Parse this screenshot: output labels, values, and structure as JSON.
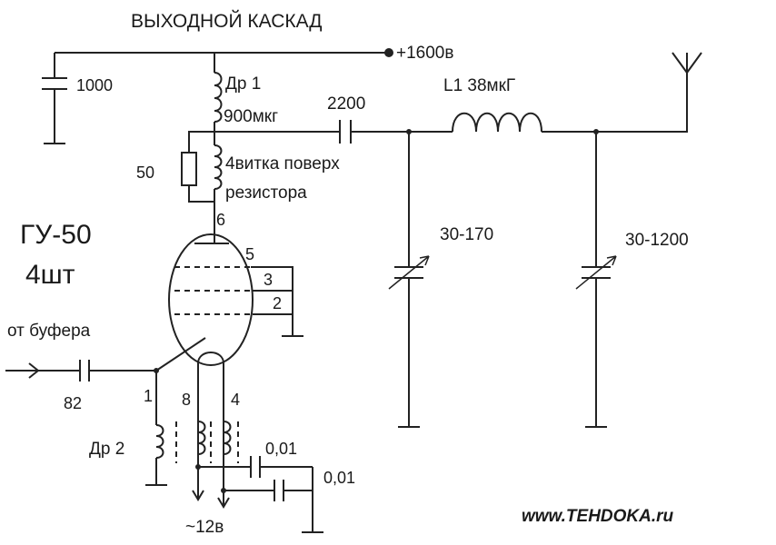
{
  "title": "ВЫХОДНОЙ КАСКАД",
  "supply": "+1600в",
  "c_supply": "1000",
  "choke1_name": "Др 1",
  "choke1_value": "900мкг",
  "coupling_cap": "2200",
  "resistor": "50",
  "parasitic_note_1": "4витка поверх",
  "parasitic_note_2": "резистора",
  "inductor": "L1 38мкГ",
  "tube_type": "ГУ-50",
  "tube_count": "4шт",
  "pin_anode": "6",
  "pin_g3": "5",
  "pin_g2": "3",
  "pin_g1b": "2",
  "pin_grid": "1",
  "pin_heater_a": "8",
  "pin_heater_b": "4",
  "input_label": "от буфера",
  "input_cap": "82",
  "choke2_name": "Др 2",
  "cap_var1": "30-170",
  "cap_var2": "30-1200",
  "bypass1": "0,01",
  "bypass2": "0,01",
  "heater_voltage": "~12в",
  "website": "www.TEHDOKA.ru"
}
